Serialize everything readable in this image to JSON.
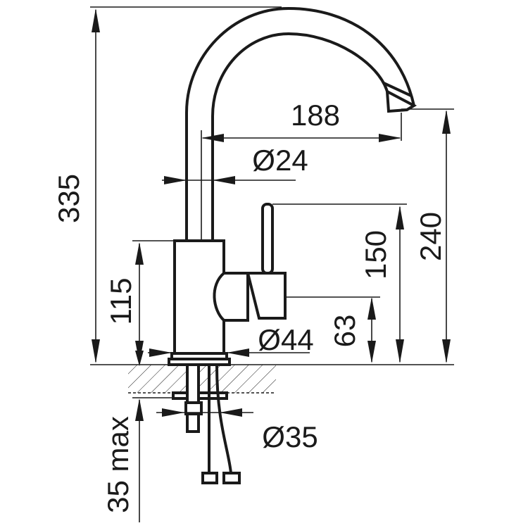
{
  "dimensions": {
    "total_height": "335",
    "spout_reach": "188",
    "spout_diameter": "Ø24",
    "spout_height": "240",
    "handle_height": "150",
    "body_height": "115",
    "lever_base_height": "63",
    "body_diameter": "Ø44",
    "mount_diameter": "Ø35",
    "max_counter_thickness": "35 max"
  },
  "colors": {
    "line": "#1a1a1a",
    "background": "#ffffff"
  }
}
